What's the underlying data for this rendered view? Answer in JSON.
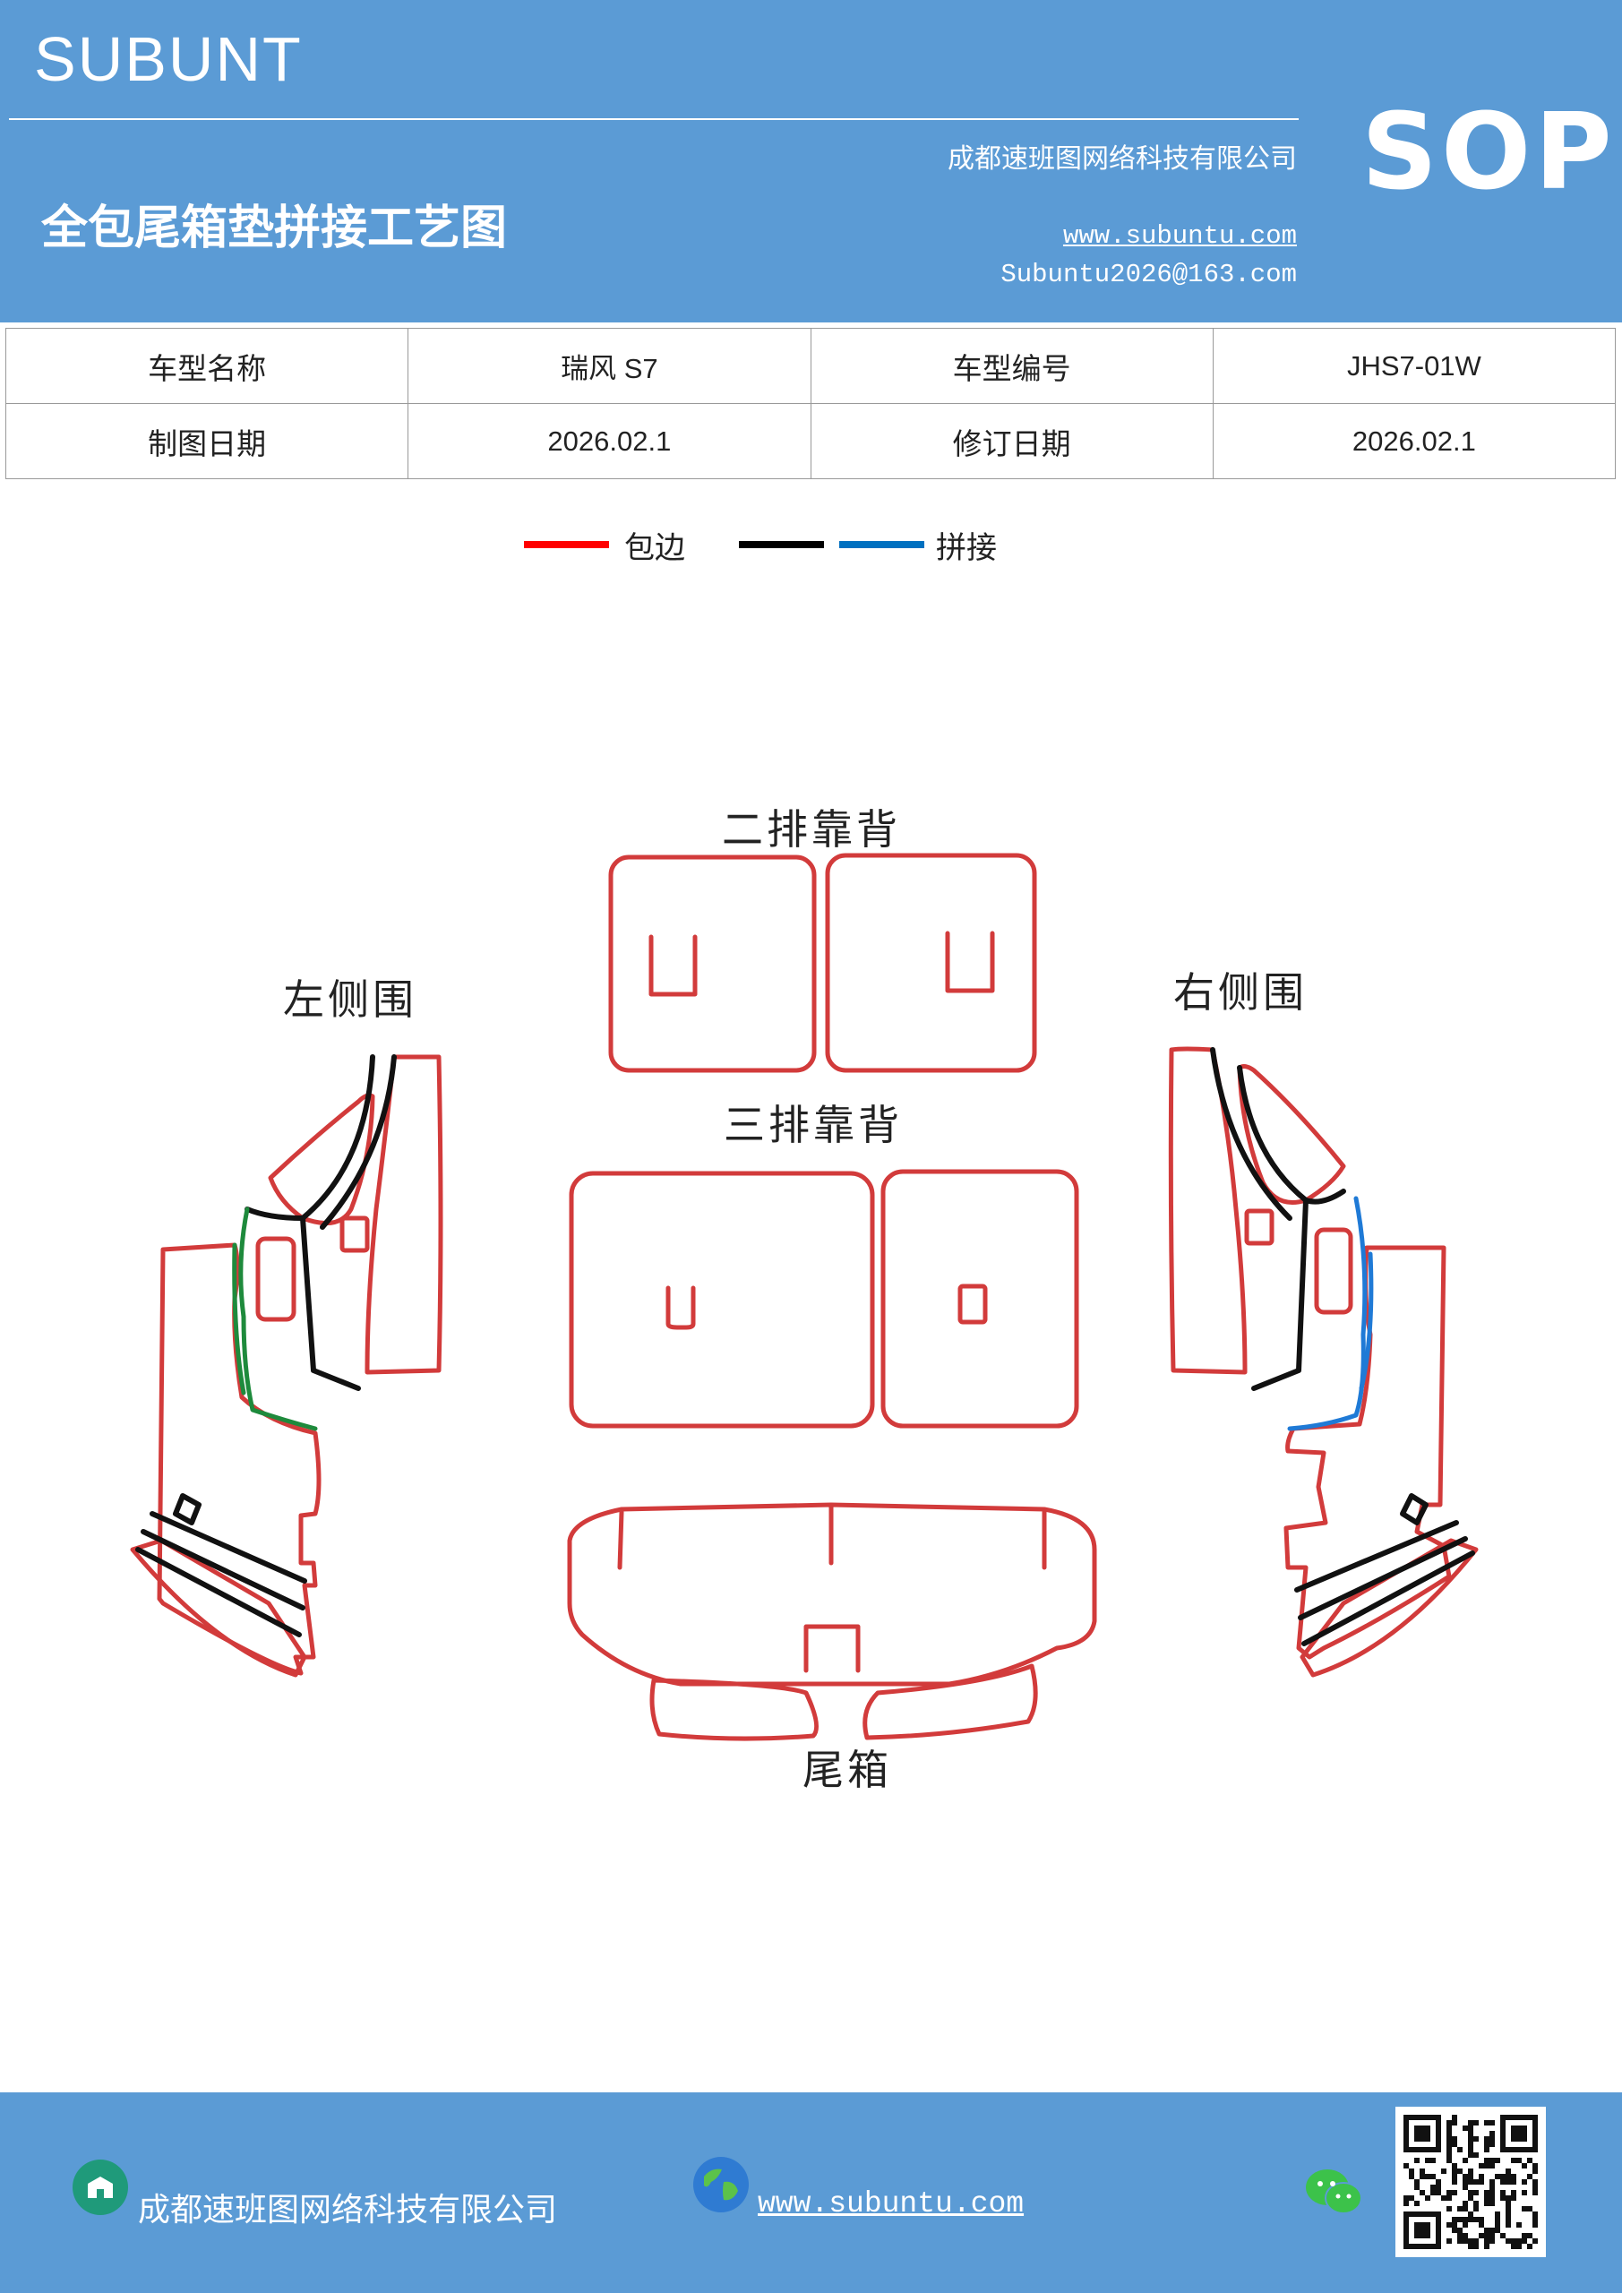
{
  "header": {
    "brand": "SUBUNT",
    "title": "全包尾箱垫拼接工艺图",
    "company": "成都速班图网络科技有限公司",
    "website": "www.subuntu.com",
    "email": "Subuntu2026@163.com",
    "badge": "SOP"
  },
  "info_table": {
    "rows": [
      [
        {
          "label": "车型名称"
        },
        {
          "value": "瑞风 S7"
        },
        {
          "label": "车型编号"
        },
        {
          "value": "JHS7-01W"
        }
      ],
      [
        {
          "label": "制图日期"
        },
        {
          "value": "2026.02.1"
        },
        {
          "label": "修订日期"
        },
        {
          "value": "2026.02.1"
        }
      ]
    ]
  },
  "legend": {
    "items": [
      {
        "label": "包边",
        "color": "#ff0000"
      },
      {
        "label": "",
        "color": "#000000"
      },
      {
        "label": "拼接",
        "color": "#0070c0"
      }
    ]
  },
  "diagram": {
    "parts": {
      "second_row": "二排靠背",
      "third_row": "三排靠背",
      "left_side": "左侧围",
      "right_side": "右侧围",
      "trunk": "尾箱"
    },
    "colors": {
      "outline": "#d23b3b",
      "black": "#111111",
      "green": "#1e8a3c",
      "blue": "#1f7ad6"
    }
  },
  "footer": {
    "company": "成都速班图网络科技有限公司",
    "website": "www.subuntu.com"
  }
}
